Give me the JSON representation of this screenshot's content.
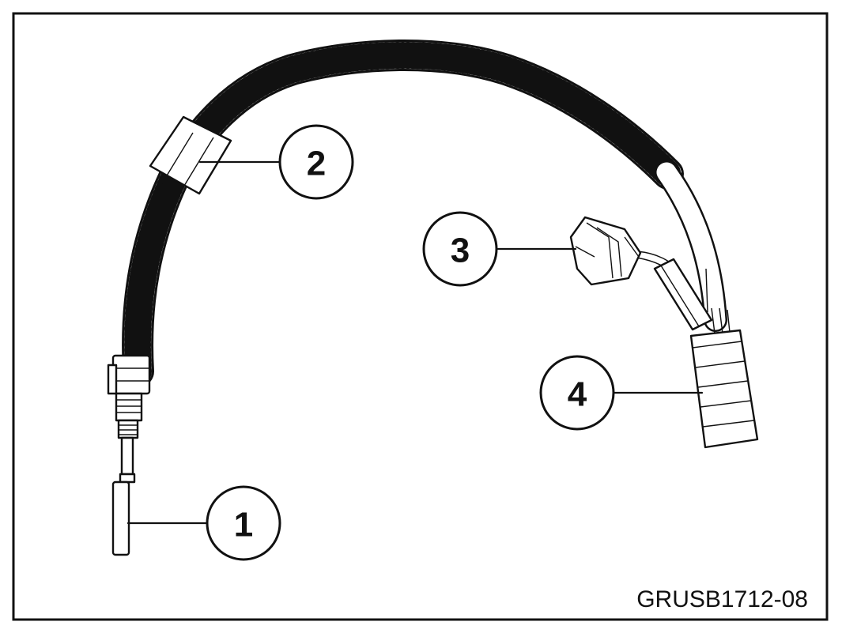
{
  "figure": {
    "code": "GRUSB1712-08",
    "callouts": [
      {
        "label": "1",
        "part": "sensor-probe"
      },
      {
        "label": "2",
        "part": "cable-grommet"
      },
      {
        "label": "3",
        "part": "small-connector"
      },
      {
        "label": "4",
        "part": "main-connector"
      }
    ]
  }
}
